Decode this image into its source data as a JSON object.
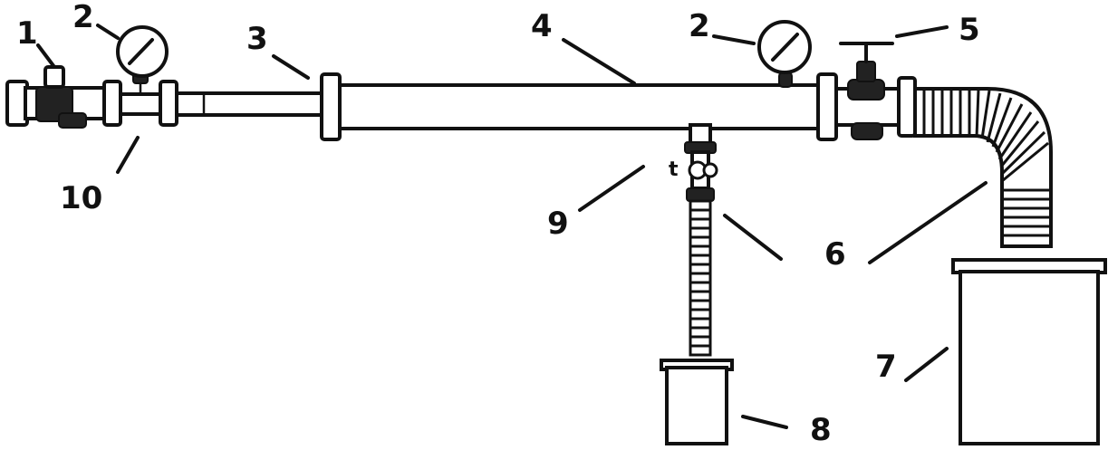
{
  "labels": {
    "n1": "1",
    "n2a": "2",
    "n2b": "2",
    "n3": "3",
    "n4": "4",
    "n5": "5",
    "n6": "6",
    "n7": "7",
    "n8": "8",
    "n9": "9",
    "n10": "10",
    "tap_mark": "t"
  },
  "colors": {
    "ink": "#111111",
    "paper": "#ffffff"
  }
}
